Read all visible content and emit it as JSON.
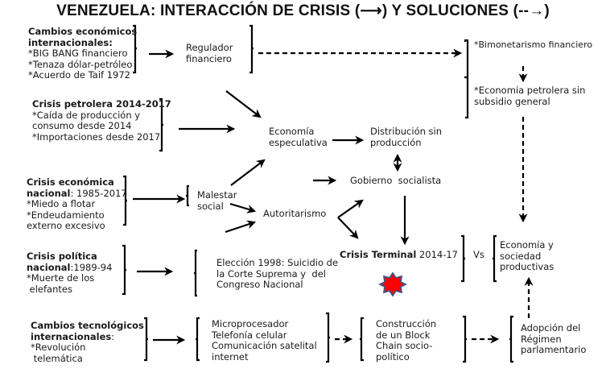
{
  "title": "VENEZUELA: INTERACCIÓN DE CRISIS (⟶) Y SOLUCIONES (--→)",
  "legend": {
    "solid_arrow": "crisis",
    "dashed_arrow": "soluciones"
  },
  "causes": [
    {
      "id": "cambios-economicos",
      "heading": "Cambios económicos internacionales",
      "heading_lines": [
        "Cambios económicos",
        "internacionales:"
      ],
      "items": [
        "*BIG BANG financiero",
        "*Tenaza dólar-petróleo",
        "*Acuerdo de Taif 1972"
      ]
    },
    {
      "id": "crisis-petrolera",
      "heading_lines": [
        "Crisis petrolera 2014-2017"
      ],
      "items": [
        "*Caída de producción y",
        "consumo desde 2014",
        "*Importaciones desde 2017"
      ]
    },
    {
      "id": "crisis-economica",
      "heading_lines": [
        "Crisis económica",
        "nacional"
      ],
      "heading_suffix": ": 1985-2017",
      "items": [
        "*Miedo a flotar",
        "*Endeudamiento",
        "externo excesivo"
      ]
    },
    {
      "id": "crisis-politica",
      "heading_lines": [
        "Crisis política",
        "nacional"
      ],
      "heading_suffix": ":1989-94",
      "items": [
        "*Muerte de los",
        " elefantes"
      ]
    },
    {
      "id": "cambios-tecnologicos",
      "heading_lines": [
        "Cambios tecnológicos",
        "internacionales"
      ],
      "heading_suffix": ":",
      "items": [
        "*Revolución",
        " telemática"
      ]
    }
  ],
  "nodes": {
    "regulador": [
      "Regulador",
      "financiero"
    ],
    "economia_especulativa": [
      "Economía",
      "especulativa"
    ],
    "distribucion": [
      "Distribución sin",
      "producción"
    ],
    "gobierno": [
      "Gobierno  socialista"
    ],
    "malestar": [
      "Malestar",
      "social"
    ],
    "autoritarismo": [
      "Autoritarismo"
    ],
    "crisis_terminal": {
      "bold": "Crisis Terminal",
      "rest": " 2014-17"
    },
    "eleccion": [
      "Elección 1998: Suicidio de",
      "la Corte Suprema y  del",
      "Congreso Nacional"
    ],
    "tecnologia": [
      "Microprocesador",
      "Telefonía celular",
      "Comunicación satelital",
      "internet"
    ],
    "blockchain": [
      "Construcción",
      "de un Block",
      "Chain socio-",
      "político"
    ],
    "parlamentario": [
      "Adopción del",
      "Régimen",
      "parlamentario"
    ],
    "vs": "Vs",
    "economia_productiva": [
      "Economía y",
      "sociedad",
      "productivas"
    ],
    "bimonetarismo": "*Bimonetarismo financiero",
    "economia_petrolera": [
      "*Economía petrolera sin",
      "subsidio general"
    ]
  },
  "colors": {
    "text": "#1a1a1a",
    "arrow": "#000000",
    "star_fill": "#ff0000",
    "star_stroke": "#3a5a8c"
  }
}
